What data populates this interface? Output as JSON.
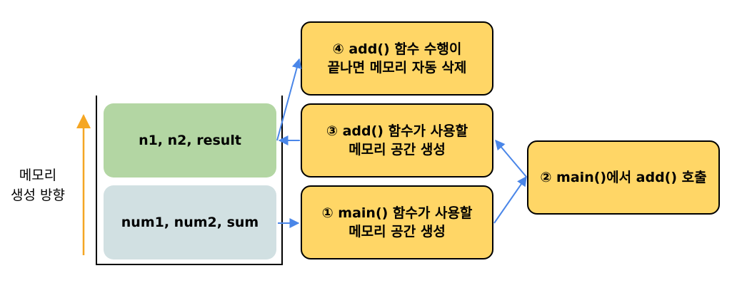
{
  "side_label": {
    "line1": "메모리",
    "line2": "생성 방향"
  },
  "stack": {
    "frame_n1": "n1, n2, result",
    "frame_main": "num1, num2, sum"
  },
  "steps": {
    "step4": {
      "line1": "④ add() 함수 수행이",
      "line2": "끝나면 메모리 자동 삭제"
    },
    "step3": {
      "line1": "③ add() 함수가 사용할",
      "line2": "메모리 공간 생성"
    },
    "step1": {
      "line1": "① main() 함수가 사용할",
      "line2": "메모리 공간 생성"
    },
    "step2": {
      "line1": "② main()에서 add() 호출"
    }
  },
  "colors": {
    "note_fill": "#ffd666",
    "frame_green": "#b3d6a3",
    "frame_blue": "#d1e0e2",
    "arrow_blue": "#4a86e8",
    "direction_arrow": "#f5a623"
  }
}
